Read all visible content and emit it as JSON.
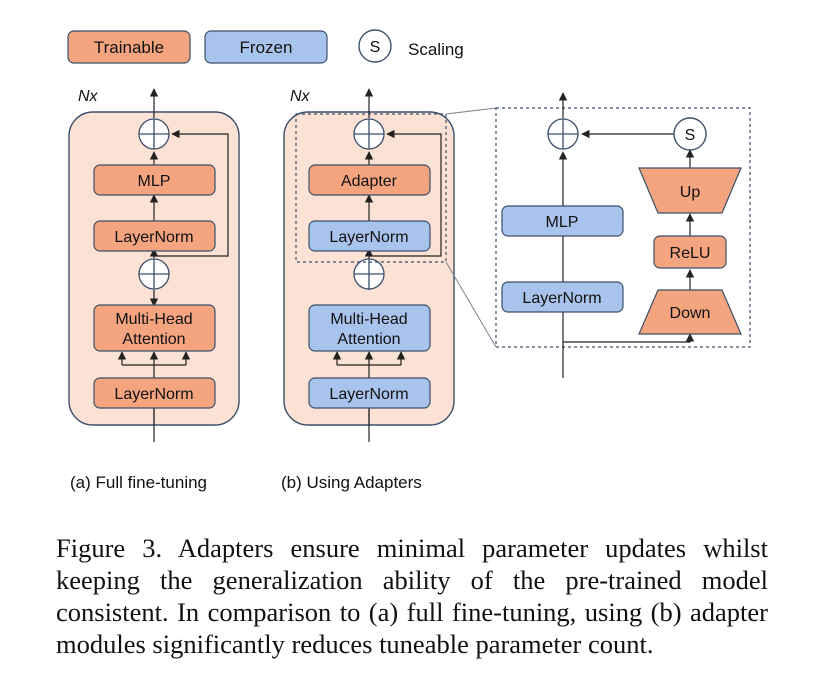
{
  "legend": {
    "trainable": "Trainable",
    "frozen": "Frozen",
    "scaling_symbol": "S",
    "scaling": "Scaling"
  },
  "panel_a": {
    "repeat": "Nx",
    "blocks": [
      "MLP",
      "LayerNorm",
      "Multi-Head",
      "Attention",
      "LayerNorm"
    ],
    "caption": "(a) Full fine-tuning"
  },
  "panel_b": {
    "repeat": "Nx",
    "blocks": [
      "Adapter",
      "LayerNorm",
      "Multi-Head",
      "Attention",
      "LayerNorm"
    ],
    "caption": "(b) Using Adapters"
  },
  "detail": {
    "mlp": "MLP",
    "layernorm": "LayerNorm",
    "scaling_symbol": "S",
    "up": "Up",
    "relu": "ReLU",
    "down": "Down"
  },
  "colors": {
    "trainable": "#f4a57f",
    "frozen": "#a9c4ec",
    "panel_bg": "#fbe2d4",
    "stroke": "#3b4f6a",
    "line": "#222222",
    "dash": "#3b4f6a"
  },
  "figure_caption": "Figure 3. Adapters ensure minimal parameter updates whilst keeping the generalization ability of the pre-trained model consistent. In comparison to (a) full fine-tuning, using (b) adapter modules significantly reduces tuneable parameter count."
}
